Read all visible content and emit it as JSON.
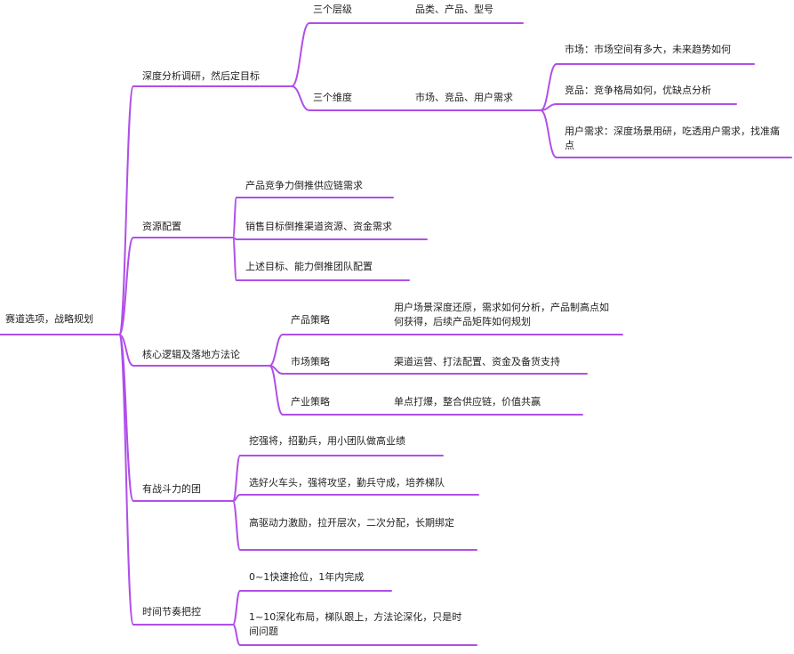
{
  "mindmap": {
    "line_color": "#b04fe8",
    "root": "赛道选项，战略规划",
    "branches": [
      {
        "label": "深度分析调研，然后定目标",
        "children": [
          {
            "label": "三个层级",
            "detail": "品类、产品、型号"
          },
          {
            "label": "三个维度",
            "detail": "市场、竞品、用户需求",
            "children": [
              "市场：市场空间有多大，未来趋势如何",
              "竞品：竞争格局如何，优缺点分析",
              "用户需求：深度场景用研，吃透用户需求，找准痛点"
            ]
          }
        ]
      },
      {
        "label": "资源配置",
        "children": [
          "产品竞争力倒推供应链需求",
          "销售目标倒推渠道资源、资金需求",
          "上述目标、能力倒推团队配置"
        ]
      },
      {
        "label": "核心逻辑及落地方法论",
        "children": [
          {
            "label": "产品策略",
            "detail": "用户场景深度还原，需求如何分析，产品制高点如何获得，后续产品矩阵如何规划"
          },
          {
            "label": "市场策略",
            "detail": "渠道运营、打法配置、资金及备货支持"
          },
          {
            "label": "产业策略",
            "detail": "单点打爆，整合供应链，价值共赢"
          }
        ]
      },
      {
        "label": "有战斗力的团",
        "children": [
          "挖强将，招勤兵，用小团队做高业绩",
          "选好火车头，强将攻坚，勤兵守成，培养梯队",
          "高驱动力激励，拉开层次，二次分配，长期绑定"
        ]
      },
      {
        "label": "时间节奏把控",
        "children": [
          "0~1快速抢位，1年内完成",
          "1~10深化布局，梯队跟上，方法论深化，只是时间问题"
        ]
      }
    ]
  }
}
